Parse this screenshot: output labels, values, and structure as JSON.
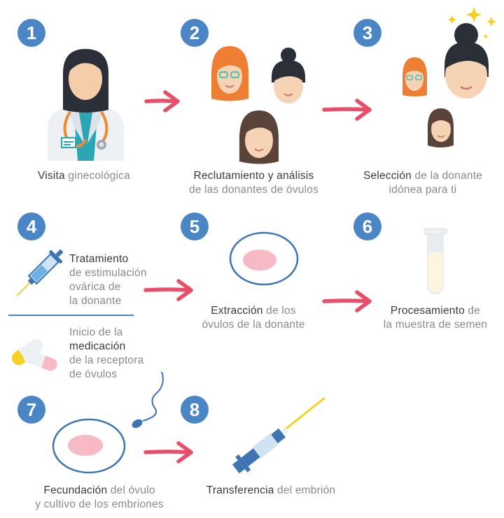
{
  "colors": {
    "badge": "#4a86c5",
    "arrow": "#e84e6a",
    "strong_text": "#3a3a3a",
    "light_text": "#8a8a8a",
    "divider": "#4a86c5"
  },
  "steps": [
    {
      "number": "1",
      "title": "Visita",
      "rest": [
        " ginecológica"
      ]
    },
    {
      "number": "2",
      "title": "Reclutamiento y análisis",
      "rest": [
        "de las donantes de óvulos"
      ]
    },
    {
      "number": "3",
      "title": "Selección",
      "rest": [
        " de la donante",
        "idónea para ti"
      ]
    },
    {
      "number": "4",
      "part_a": {
        "title": "Tratamiento",
        "rest": [
          "de estimulación",
          "ovárica de",
          "la donante"
        ]
      },
      "part_b": {
        "pre": "Inicio de la",
        "title": "medicación",
        "rest": [
          "de la receptora",
          "de óvulos"
        ]
      }
    },
    {
      "number": "5",
      "title": "Extracción",
      "rest": [
        " de los",
        "óvulos de la donante"
      ]
    },
    {
      "number": "6",
      "title": "Procesamiento",
      "rest": [
        " de",
        "la muestra de semen"
      ]
    },
    {
      "number": "7",
      "title": "Fecundación",
      "rest": [
        " del óvulo",
        "y cultivo de los embriones"
      ]
    },
    {
      "number": "8",
      "title": "Transferencia",
      "rest": [
        " del embrión"
      ]
    }
  ],
  "icons": [
    "doctor-icon",
    "donor-faces-icon",
    "selected-donor-icon",
    "syringe-icon",
    "pills-icon",
    "ovum-icon",
    "test-tube-icon",
    "sperm-icon",
    "embryo-icon",
    "transfer-syringe-icon",
    "arrow-icon"
  ]
}
